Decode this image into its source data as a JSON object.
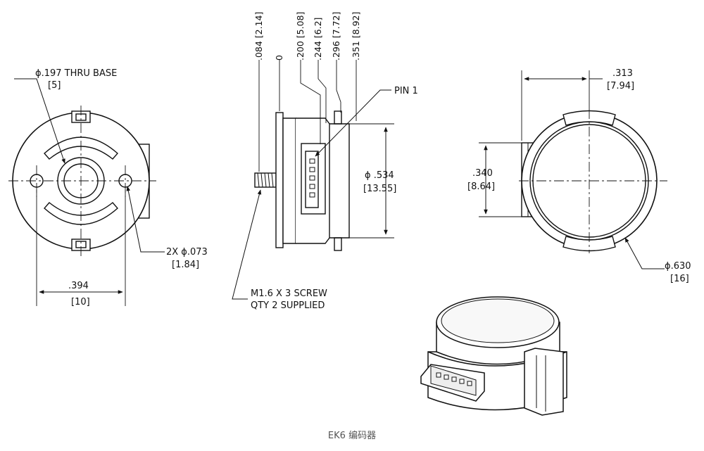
{
  "front_view": {
    "thru_hole_label": "ϕ.197 THRU BASE",
    "thru_hole_metric": "[5]",
    "mount_hole_label": "2X ϕ.073",
    "mount_hole_metric": "[1.84]",
    "width_label": ".394",
    "width_metric": "[10]"
  },
  "side_view": {
    "offsets": [
      ".084 [2.14]",
      "0",
      ".200 [5.08]",
      ".244 [6.2]",
      ".296 [7.72]",
      ".351 [8.92]"
    ],
    "pin_label": "PIN 1",
    "diameter_label": "ϕ .534",
    "diameter_metric": "[13.55]",
    "screw_line1": "M1.6 X 3 SCREW",
    "screw_line2": "QTY 2 SUPPLIED"
  },
  "back_view": {
    "depth_label": ".313",
    "depth_metric": "[7.94]",
    "height_label": ".340",
    "height_metric": "[8.64]",
    "diameter_label": "ϕ.630",
    "diameter_metric": "[16]"
  },
  "caption": "EK6 编码器"
}
